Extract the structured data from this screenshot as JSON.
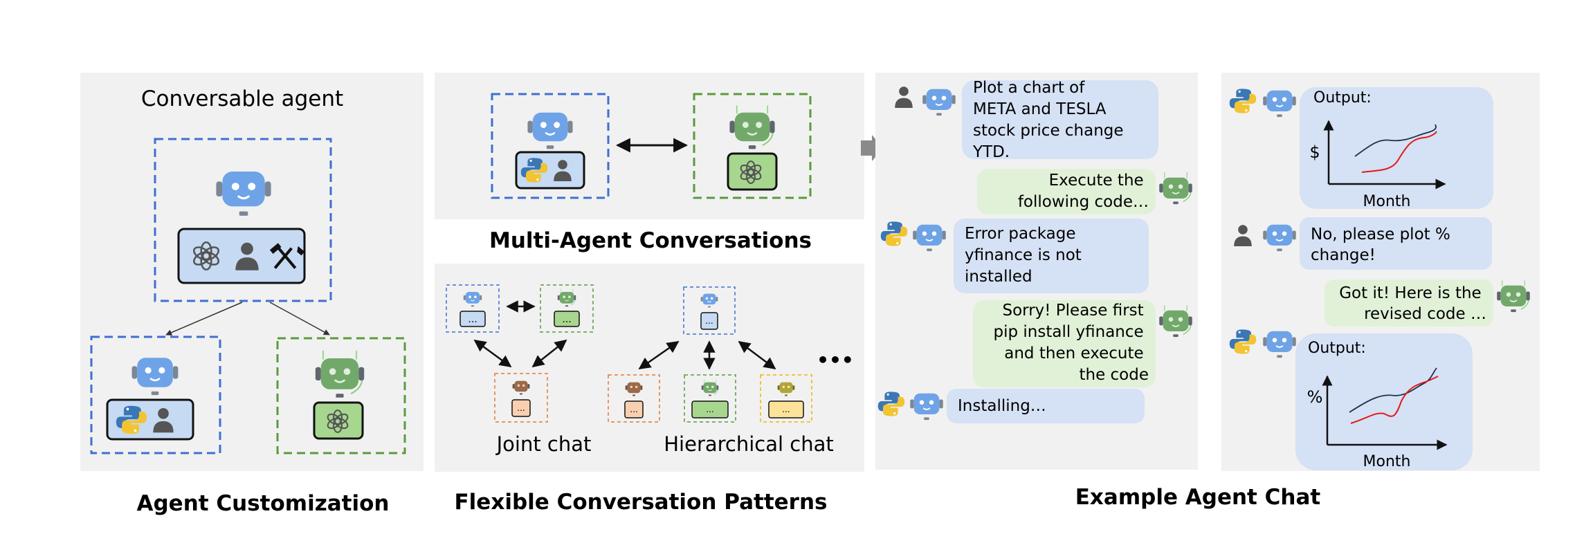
{
  "colors": {
    "panel_bg": "#f1f1f1",
    "blue_dash": "#3f6fd0",
    "green_dash": "#5a9a3a",
    "orange_dash": "#e07b39",
    "yellow_dash": "#f0b400",
    "robot_blue": "#6fa3e8",
    "robot_green": "#72a96a",
    "robot_brown": "#9b6a4a",
    "robot_olive": "#b2a43a",
    "box_blue": "#c6daf3",
    "box_green": "#a7d68f",
    "box_orange": "#f8cfb0",
    "box_yellow": "#fde39a",
    "bubble_blue": "#d5e1f4",
    "bubble_green": "#e1f1d8",
    "line_dark": "#1d2e4e",
    "line_red": "#e21b1b"
  },
  "icons": [
    "robot-blue-icon",
    "robot-green-icon",
    "openai-logo-icon",
    "person-icon",
    "tools-icon",
    "python-logo-icon",
    "two-way-arrow-icon",
    "ellipsis-icon"
  ],
  "panel1": {
    "title": "Conversable agent",
    "caption": "Agent Customization"
  },
  "panel2": {
    "mid_caption": "Multi-Agent Conversations",
    "box_text": "...",
    "more": "•••",
    "joint_label": "Joint chat",
    "hier_label": "Hierarchical chat",
    "caption": "Flexible Conversation Patterns"
  },
  "panel3": {
    "caption": "Example Agent Chat",
    "messages": [
      {
        "speaker": "human",
        "side": "left",
        "lines": [
          "Plot a chart of",
          "META and TESLA",
          "stock price change",
          "YTD."
        ]
      },
      {
        "speaker": "assistant",
        "side": "right",
        "lines": [
          "Execute the",
          "following code…"
        ]
      },
      {
        "speaker": "executor",
        "side": "left",
        "lines": [
          "Error package",
          "yfinance is not",
          "installed"
        ]
      },
      {
        "speaker": "assistant",
        "side": "right",
        "lines": [
          "Sorry! Please first",
          "pip install yfinance",
          "and then execute",
          "the code"
        ]
      },
      {
        "speaker": "executor",
        "side": "left",
        "lines": [
          "Installing…"
        ]
      }
    ]
  },
  "panel4": {
    "output1_label": "Output:",
    "output1_ylabel": "$",
    "output1_xlabel": "Month",
    "msg2_lines": [
      "No, please plot %",
      "change!"
    ],
    "msg3_lines": [
      "Got it! Here is the",
      "revised code …"
    ],
    "output2_label": "Output:",
    "output2_ylabel": "%",
    "output2_xlabel": "Month"
  }
}
